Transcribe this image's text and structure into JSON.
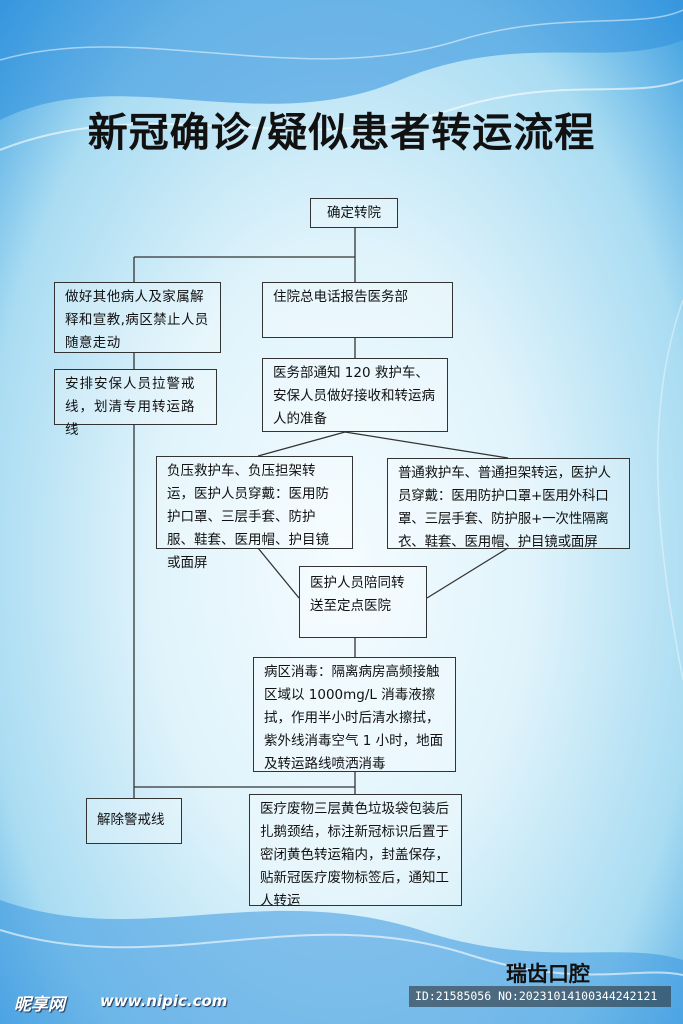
{
  "title": "新冠确诊/疑似患者转运流程",
  "nodes": {
    "start": "确定转院",
    "explain": "做好其他病人及家属解释和宣教,病区禁止人员随意走动",
    "report": "住院总电话报告医务部",
    "security": "安排安保人员拉警戒线，划清专用转运路线",
    "notify": "医务部通知 120 救护车、安保人员做好接收和转运病人的准备",
    "negative_pressure": "负压救护车、负压担架转运，医护人员穿戴：医用防护口罩、三层手套、防护服、鞋套、医用帽、护目镜或面屏",
    "ordinary": "普通救护车、普通担架转运，医护人员穿戴：医用防护口罩+医用外科口罩、三层手套、防护服+一次性隔离衣、鞋套、医用帽、护目镜或面屏",
    "escort": "医护人员陪同转送至定点医院",
    "disinfect": "病区消毒：隔离病房高频接触区域以 1000mg/L 消毒液擦拭，作用半小时后清水擦拭，紫外线消毒空气 1 小时，地面及转运路线喷洒消毒",
    "release": "解除警戒线",
    "waste": "医疗废物三层黄色垃圾袋包装后扎鹅颈结，标注新冠标识后置于密闭黄色转运箱内，封盖保存，贴新冠医疗废物标签后，通知工人转运"
  },
  "brand": "瑞齿口腔",
  "watermark": {
    "site": "昵享网",
    "url": "www.nipic.com",
    "id_text": "ID:21585056 NO:20231014100344242121"
  },
  "colors": {
    "line": "#333333",
    "bg_edge": "#3c9ee0"
  }
}
